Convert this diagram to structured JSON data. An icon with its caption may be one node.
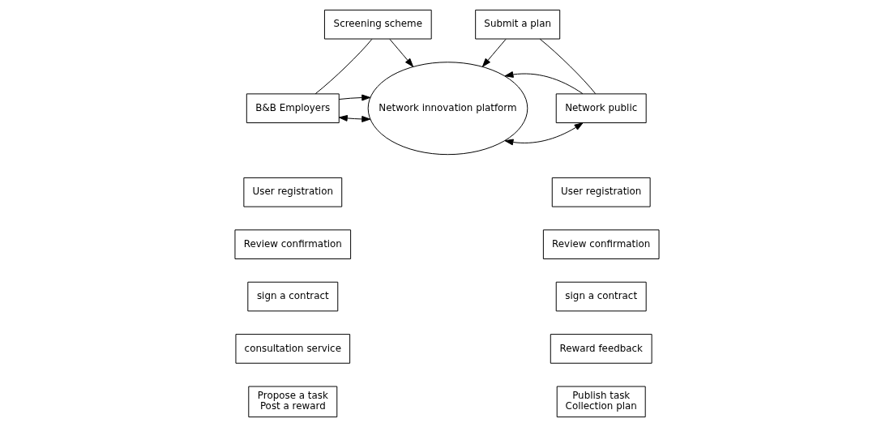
{
  "diagram": {
    "nodes": [
      {
        "text": [
          "Screening scheme"
        ]
      },
      {
        "text": [
          "Submit a plan"
        ]
      },
      {
        "text": [
          "B&B Employers"
        ]
      },
      {
        "text": [
          "Network innovation platform"
        ]
      },
      {
        "text": [
          "Network public"
        ]
      },
      {
        "text": [
          "User registration"
        ]
      },
      {
        "text": [
          "Review confirmation"
        ]
      },
      {
        "text": [
          "sign a contract"
        ]
      },
      {
        "text": [
          "consultation service"
        ]
      },
      {
        "text": [
          "User registration"
        ]
      },
      {
        "text": [
          "Review confirmation"
        ]
      },
      {
        "text": [
          "sign a contract"
        ]
      },
      {
        "text": [
          "Reward feedback"
        ]
      },
      {
        "text": [
          "Propose a task",
          "Post a reward"
        ]
      },
      {
        "text": [
          "Publish task",
          "Collection plan"
        ]
      }
    ],
    "edges": [
      {
        "from": 2,
        "to": 0,
        "arrow": "none"
      },
      {
        "from": 0,
        "to": 3,
        "arrow": "to"
      },
      {
        "from": 4,
        "to": 1,
        "arrow": "none"
      },
      {
        "from": 1,
        "to": 3,
        "arrow": "to"
      },
      {
        "from": 2,
        "to": 3,
        "arrow": "both"
      },
      {
        "from": 3,
        "to": 4,
        "arrow": "both"
      },
      {
        "from": 2,
        "to": 3,
        "arrow": "to"
      },
      {
        "from": 4,
        "to": 3,
        "arrow": "to"
      }
    ]
  }
}
